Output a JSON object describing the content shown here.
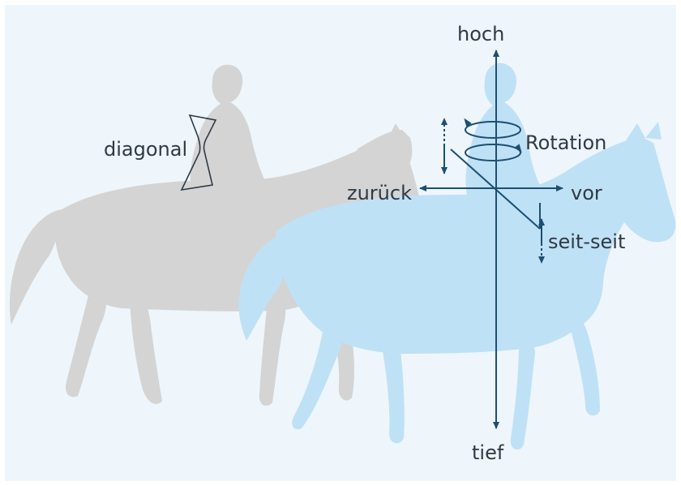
{
  "diagram": {
    "labels": {
      "hoch": "hoch",
      "tief": "tief",
      "vor": "vor",
      "zurueck": "zurück",
      "rotation": "Rotation",
      "seit_seit": "seit-seit",
      "diagonal": "diagonal"
    },
    "colors": {
      "background": "#eef6fb",
      "grey_horse": "#d4d4d4",
      "blue_horse": "#bfe1f6",
      "arrow": "#1c4f72",
      "text": "#2f3a45"
    }
  }
}
